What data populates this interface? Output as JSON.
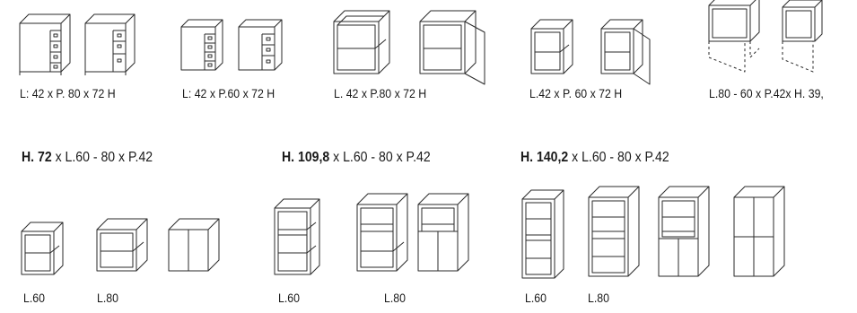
{
  "top_row": {
    "labels": [
      "L: 42 x P. 80 x 72 H",
      "L: 42 x P.60 x 72 H",
      "L. 42 x P.80 x 72 H",
      "L.42 x P. 60 x 72 H",
      "L.80 - 60  x P.42x H. 39,"
    ]
  },
  "groups": [
    {
      "height_bold": "H. 72",
      "height_rest": " x L.60 - 80 x P.42",
      "labels": [
        "L.60",
        "L.80"
      ]
    },
    {
      "height_bold": "H. 109,8",
      "height_rest": "  x L.60 - 80 x P.42",
      "labels": [
        "L.60",
        "L.80"
      ]
    },
    {
      "height_bold": "H. 140,2",
      "height_rest": "  x L.60 - 80 x P.42",
      "labels": [
        "L.60",
        "L.80"
      ]
    }
  ]
}
